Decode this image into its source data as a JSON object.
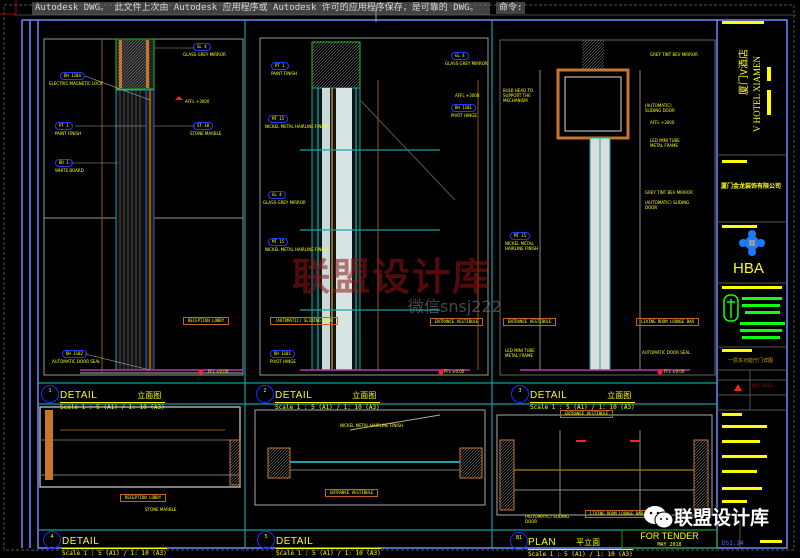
{
  "colors": {
    "background": "#000000",
    "frame": "#6f8cff",
    "divider": "#12a0a0",
    "annotation": "#ffff00",
    "callout_border": "#1a3cff",
    "label_box": "#c0641e",
    "hba_logo": "#1a7bff",
    "stamp": "#10ff10",
    "level_marker": "#ff2020"
  },
  "panels": [
    {
      "title": "DETAIL",
      "title_cn": "立面图",
      "number": "1",
      "scale": "Scale 1 : 5 (A1) / 1: 10 (A3)"
    },
    {
      "title": "DETAIL",
      "title_cn": "立面图",
      "number": "2",
      "scale": "Scale 1 : 5 (A1) / 1: 10 (A3)"
    },
    {
      "title": "DETAIL",
      "title_cn": "立面图",
      "number": "3",
      "scale": "Scale 1 : 5 (A1) / 1: 10 (A3)"
    }
  ],
  "bottom_panels": [
    {
      "title": "DETAIL",
      "number": "4",
      "scale": "Scale 1 : 5 (A1) / 1: 10 (A3)"
    },
    {
      "title": "DETAIL",
      "number": "5",
      "scale": "Scale 1 : 5 (A1) / 1: 10 (A3)"
    },
    {
      "title": "PLAN",
      "title_cn": "平立面",
      "number": "B1",
      "scale": "Scale 1 : 5 (A1) / 1: 10 (A3)"
    }
  ],
  "callouts": {
    "lock": "ELECTRIC MAGNETIC LOCK",
    "lock_tag": "DH 1104",
    "mirror": "GLASS GREY MIRROR",
    "mirror_tag": "GL 4",
    "paint": "PAINT FINISH",
    "paint_tag": "PT 1",
    "stone": "STONE MARBLE",
    "stone_tag": "ST 10",
    "white_board": "WHITE BOARD",
    "white_board_tag": "BD 1",
    "affl": "AFFL +3000",
    "ffl": "FFL ±0.00",
    "door_seal": "AUTOMATIC DOOR SEAL",
    "door_seal_tag": "DH 1102",
    "reception": "RECEPTION LOBBY",
    "nickel": "NICKEL METAL HAIRLINE FINISH",
    "nickel_tag": "MT 15",
    "pivot": "PIVOT HINGE",
    "pivot_tag": "DH 1101",
    "sliding": "(AUTOMATIC) SLIDING DOOR",
    "bulk": "BULK HEAD TO SUPPORT THE MECHANISM",
    "led": "LED MINI TUBE METAL FRAME",
    "grey_tint": "GREY TINT BEV MIRROR",
    "entrance": "ENTRANCE VESTIBULE",
    "living": "LIVING ROOM LOUNGE BAR"
  },
  "title_block": {
    "project_cn": "厦门V酒店",
    "project_en": "V HOTEL XIAMEN",
    "company_cn": "厦门金龙装饰有限公司",
    "designer": "HBA",
    "drawing_title_cn": "一层多功能厅门详图",
    "revision": "图号 1613",
    "issue": "FOR TENDER",
    "date": "MAY 2018",
    "drawing_no": "DS1.24"
  },
  "status_bar": {
    "message": "Autodesk DWG。 此文件上次由 Autodesk 应用程序或 Autodesk 许可的应用程序保存，是可靠的 DWG。",
    "command_prompt": "命令:"
  },
  "watermarks": {
    "main": "联盟设计库",
    "wechat_id": "微信snsj222",
    "wechat_brand": "联盟设计库"
  }
}
